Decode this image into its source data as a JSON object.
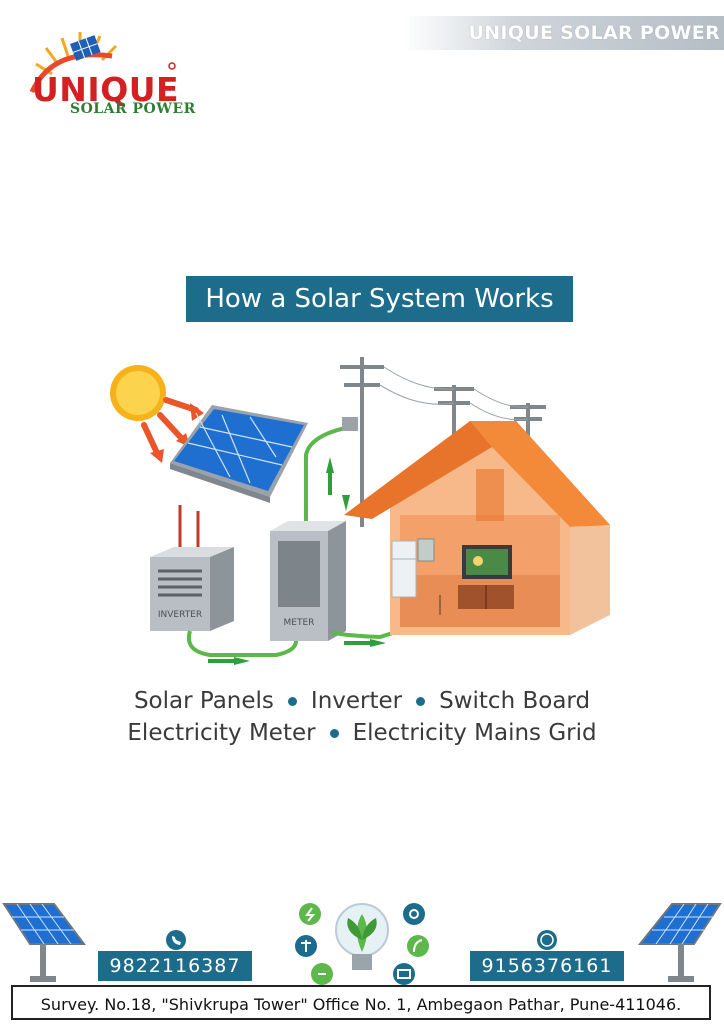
{
  "brand": {
    "banner_text": "UNIQUE SOLAR POWER",
    "logo_word": "UNIQUE",
    "logo_sub": "SOLAR POWER"
  },
  "heading": "How a Solar System Works",
  "illustration": {
    "inverter_label": "INVERTER",
    "meter_label": "METER"
  },
  "legend": {
    "line1": [
      "Solar Panels",
      "Inverter",
      "Switch Board"
    ],
    "line2": [
      "Electricity Meter",
      "Electricity Mains Grid"
    ]
  },
  "footer": {
    "phone_left": "9822116387",
    "phone_right": "9156376161",
    "address": "Survey. No.18,  \"Shivkrupa Tower\" Office No. 1,  Ambegaon Pathar, Pune-411046."
  },
  "colors": {
    "accent": "#1d6c8c",
    "logo_red": "#d32021",
    "logo_green": "#2e7d32",
    "roof_orange": "#e8732a",
    "arrow_green": "#2e9e3e"
  },
  "icons": [
    "sun-icon",
    "solar-panel-icon",
    "phone-icon",
    "whatsapp-icon",
    "bulb-icon",
    "wind-turbine-icon",
    "leaf-icon",
    "lightning-icon"
  ]
}
